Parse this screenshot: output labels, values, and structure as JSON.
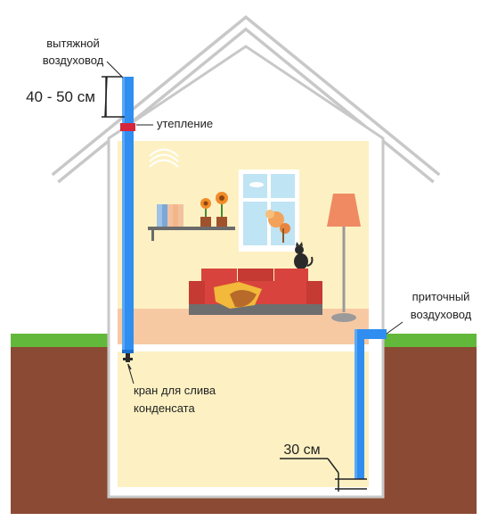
{
  "labels": {
    "exhaust_duct_line1": "вытяжной",
    "exhaust_duct_line2": "воздуховод",
    "height_above_roof": "40 - 50 см",
    "insulation": "утепление",
    "supply_duct_line1": "приточный",
    "supply_duct_line2": "воздуховод",
    "drain_valve_line1": "кран для слива",
    "drain_valve_line2": "конденсата",
    "height_above_floor": "30 см"
  },
  "colors": {
    "duct": "#2f8ef0",
    "duct_dark": "#1c6fd0",
    "insulation": "#d6263c",
    "grass": "#62b83a",
    "soil": "#8b4a34",
    "house_outline": "#c8c8c8",
    "wall_fill": "#fdf1c3",
    "living_room_floor": "#f7c9a3",
    "sofa": "#d8443d",
    "sofa_base": "#6e6e6e",
    "lamp_shade": "#f08a62",
    "window_sky": "#bfe4f3",
    "window_frame": "#ffffff"
  }
}
